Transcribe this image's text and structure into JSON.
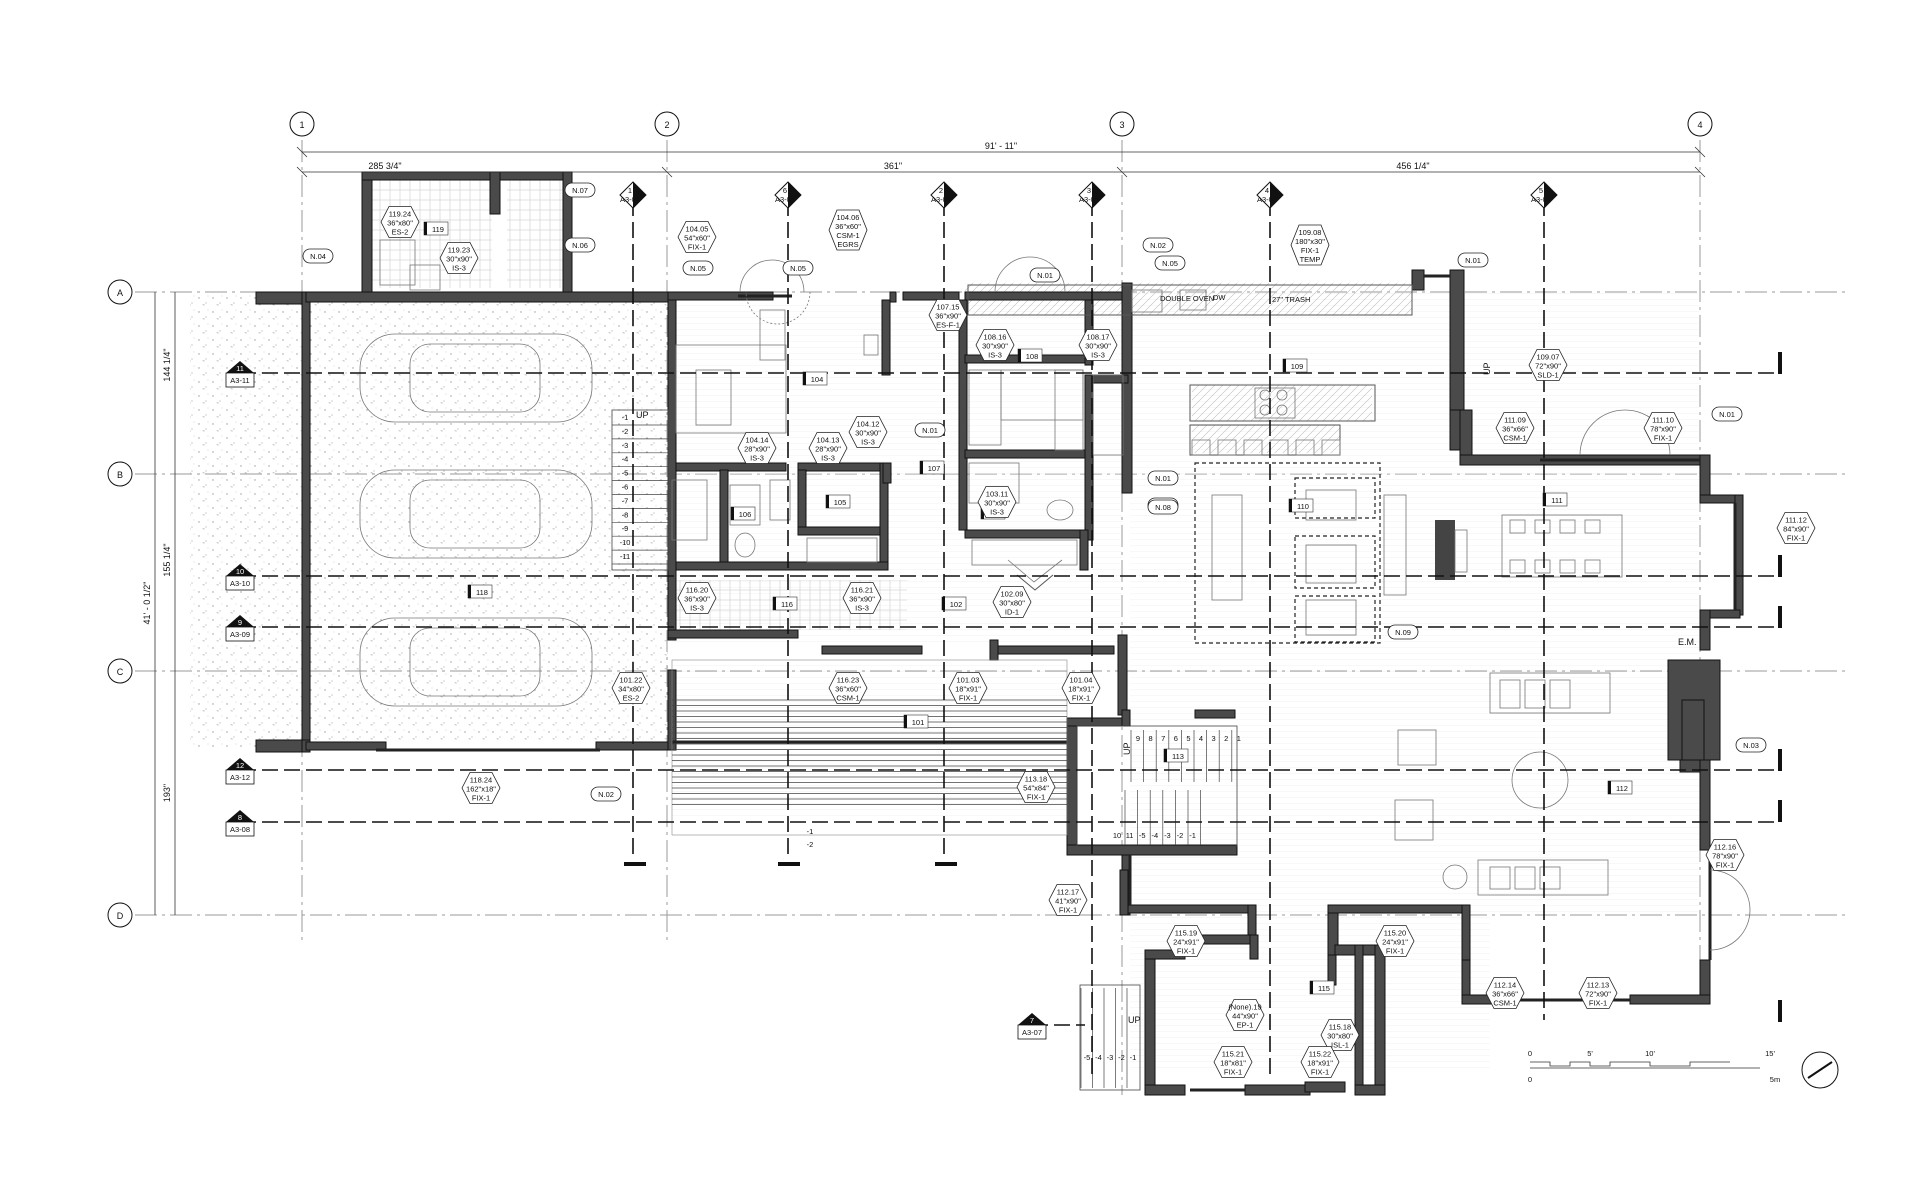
{
  "grid_columns": [
    {
      "label": "1"
    },
    {
      "label": "2"
    },
    {
      "label": "3"
    },
    {
      "label": "4"
    }
  ],
  "grid_rows": [
    {
      "label": "A"
    },
    {
      "label": "B"
    },
    {
      "label": "C"
    },
    {
      "label": "D"
    }
  ],
  "dimensions": {
    "overall_top": "91' - 11\"",
    "top_1": "285 3/4\"",
    "top_2": "361\"",
    "top_3": "456 1/4\"",
    "left_1": "144 1/4\"",
    "left_2": "155 1/4\"",
    "left_3": "193\"",
    "left_overall": "41' - 0 1/2\""
  },
  "elevation_tags": [
    {
      "num": "1",
      "sheet": "A3-01"
    },
    {
      "num": "6",
      "sheet": "A3-06"
    },
    {
      "num": "2",
      "sheet": "A3-02"
    },
    {
      "num": "3",
      "sheet": "A3-03"
    },
    {
      "num": "4",
      "sheet": "A3-04"
    },
    {
      "num": "5",
      "sheet": "A3-05"
    }
  ],
  "section_tags": [
    {
      "num": "11",
      "sheet": "A3-11"
    },
    {
      "num": "10",
      "sheet": "A3-10"
    },
    {
      "num": "9",
      "sheet": "A3-09"
    },
    {
      "num": "12",
      "sheet": "A3-12"
    },
    {
      "num": "8",
      "sheet": "A3-08"
    },
    {
      "num": "7",
      "sheet": "A3-07"
    }
  ],
  "notes": [
    "N.07",
    "N.06",
    "N.04",
    "N.05",
    "N.05",
    "N.02",
    "N.05",
    "N.01",
    "N.01",
    "N.01",
    "N.02",
    "N.01",
    "N.01",
    "N.08",
    "N.09",
    "N.02",
    "N.03"
  ],
  "room_tags": [
    "119",
    "104",
    "108",
    "109",
    "107",
    "105",
    "103",
    "110",
    "111",
    "106",
    "118",
    "116",
    "102",
    "101",
    "113",
    "112",
    "115"
  ],
  "openings": [
    {
      "id": "119.24",
      "size": "36\"x80\"",
      "type": "ES-2"
    },
    {
      "id": "119.23",
      "size": "30\"x90\"",
      "type": "IS-3"
    },
    {
      "id": "104.05",
      "size": "54\"x60\"",
      "type": "FIX-1"
    },
    {
      "id": "104.06",
      "size": "36\"x60\"",
      "type": "CSM-1",
      "extra": "EGRS"
    },
    {
      "id": "107.15",
      "size": "36\"x90\"",
      "type": "ES-F-1"
    },
    {
      "id": "108.16",
      "size": "30\"x90\"",
      "type": "IS-3"
    },
    {
      "id": "108.17",
      "size": "30\"x90\"",
      "type": "IS-3"
    },
    {
      "id": "109.08",
      "size": "180\"x30\"",
      "type": "FIX-1",
      "extra": "TEMP"
    },
    {
      "id": "109.07",
      "size": "72\"x90\"",
      "type": "SLD-1"
    },
    {
      "id": "104.12",
      "size": "30\"x90\"",
      "type": "IS-3"
    },
    {
      "id": "104.14",
      "size": "28\"x90\"",
      "type": "IS-3"
    },
    {
      "id": "104.13",
      "size": "28\"x90\"",
      "type": "IS-3"
    },
    {
      "id": "111.09",
      "size": "36\"x66\"",
      "type": "CSM-1"
    },
    {
      "id": "111.10",
      "size": "78\"x90\"",
      "type": "FIX-1"
    },
    {
      "id": "103.11",
      "size": "30\"x90\"",
      "type": "IS-3"
    },
    {
      "id": "111.12",
      "size": "84\"x90\"",
      "type": "FIX-1"
    },
    {
      "id": "116.20",
      "size": "36\"x90\"",
      "type": "IS-3"
    },
    {
      "id": "116.21",
      "size": "36\"x90\"",
      "type": "IS-3"
    },
    {
      "id": "102.09",
      "size": "30\"x80\"",
      "type": "ID-1"
    },
    {
      "id": "101.22",
      "size": "34\"x80\"",
      "type": "ES-2"
    },
    {
      "id": "116.23",
      "size": "36\"x60\"",
      "type": "CSM-1"
    },
    {
      "id": "101.03",
      "size": "18\"x91\"",
      "type": "FIX-1"
    },
    {
      "id": "101.04",
      "size": "18\"x91\"",
      "type": "FIX-1"
    },
    {
      "id": "118.24",
      "size": "162\"x18\"",
      "type": "FIX-1"
    },
    {
      "id": "113.18",
      "size": "54\"x84\"",
      "type": "FIX-1"
    },
    {
      "id": "112.16",
      "size": "78\"x90\"",
      "type": "FIX-1"
    },
    {
      "id": "112.17",
      "size": "41\"x90\"",
      "type": "FIX-1"
    },
    {
      "id": "115.19",
      "size": "24\"x91\"",
      "type": "FIX-1"
    },
    {
      "id": "115.20",
      "size": "24\"x91\"",
      "type": "FIX-1"
    },
    {
      "id": "112.14",
      "size": "36\"x66\"",
      "type": "CSM-1"
    },
    {
      "id": "112.13",
      "size": "72\"x90\"",
      "type": "FIX-1"
    },
    {
      "id": "(None).19",
      "size": "44\"x90\"",
      "type": "EP-1"
    },
    {
      "id": "115.18",
      "size": "30\"x80\"",
      "type": "ISL-1"
    },
    {
      "id": "115.21",
      "size": "18\"x81\"",
      "type": "FIX-1"
    },
    {
      "id": "115.22",
      "size": "18\"x91\"",
      "type": "FIX-1"
    }
  ],
  "labels": {
    "up": "UP",
    "double_oven": "DOUBLE OVEN",
    "dw": "DW",
    "trash": "27\" TRASH",
    "em": "E.M."
  },
  "garage_stair_steps": [
    "-1",
    "-2",
    "-3",
    "-4",
    "-5",
    "-6",
    "-7",
    "-8",
    "-9",
    "-10",
    "-11"
  ],
  "stair_up_steps": [
    "9",
    "8",
    "7",
    "6",
    "5",
    "4",
    "3",
    "2",
    "1"
  ],
  "stair_down_steps": [
    "10",
    "11",
    "-5",
    "-4",
    "-3",
    "-2",
    "-1"
  ],
  "entry_steps": [
    "-1",
    "-2"
  ],
  "front_steps": [
    "-5",
    "-4",
    "-3",
    "-2",
    "-1"
  ],
  "scale": {
    "ticks_ft": [
      "0",
      "5'",
      "10'",
      "15'"
    ],
    "ticks_m": [
      "0",
      "5m"
    ]
  }
}
